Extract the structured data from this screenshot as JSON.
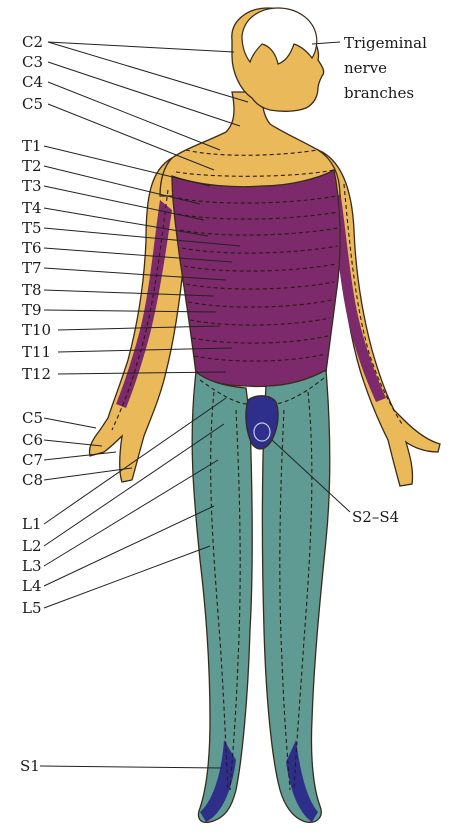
{
  "colors": {
    "cervical": "#e9b95a",
    "thoracic": "#7c2a6b",
    "lumbar": "#5f9b92",
    "sacral": "#2e2f8a",
    "skin_outline": "#3a2a1a"
  },
  "labels": {
    "trigeminal": [
      "Trigeminal",
      "nerve",
      "branches"
    ],
    "cervical_upper": [
      "C2",
      "C3",
      "C4",
      "C5"
    ],
    "thoracic": [
      "T1",
      "T2",
      "T3",
      "T4",
      "T5",
      "T6",
      "T7",
      "T8",
      "T9",
      "T10",
      "T11",
      "T12"
    ],
    "cervical_lower": [
      "C5",
      "C6",
      "C7",
      "C8"
    ],
    "lumbar": [
      "L1",
      "L2",
      "L3",
      "L4",
      "L5"
    ],
    "sacral_group": "S2–S4",
    "sacral_foot": "S1"
  }
}
